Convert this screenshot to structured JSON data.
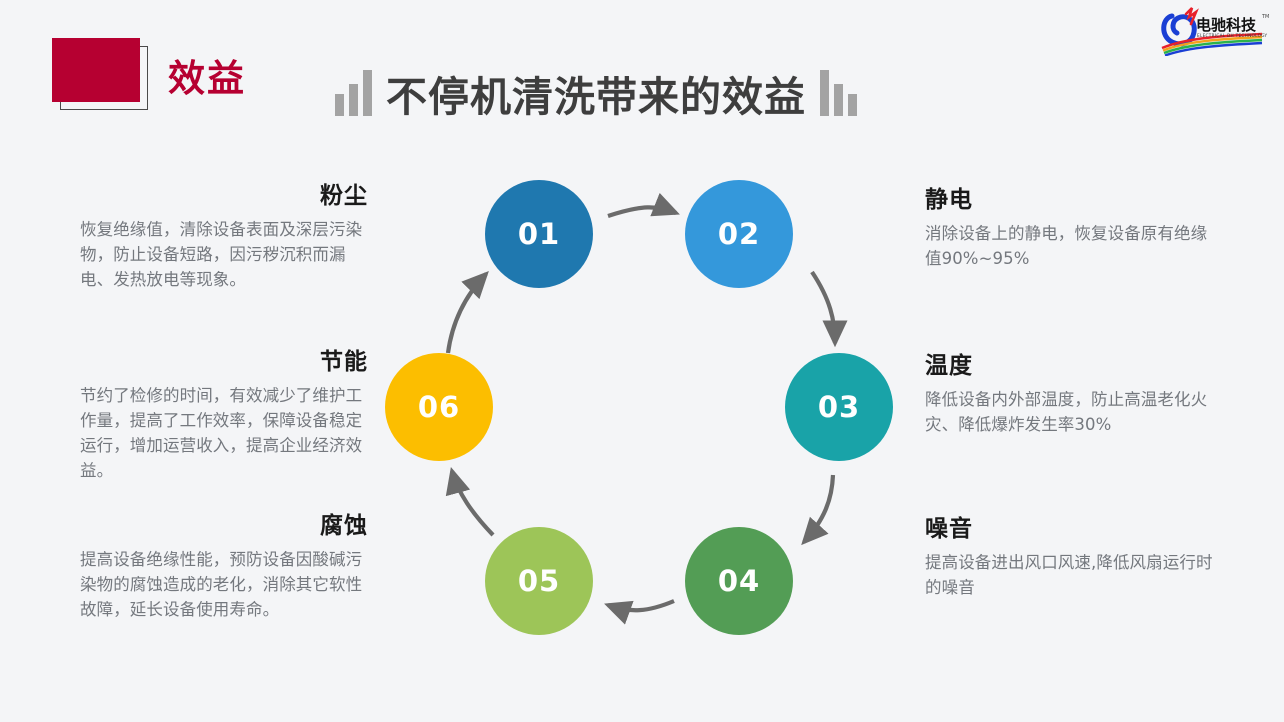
{
  "brand": {
    "logo_name": "dianchi-technology-logo",
    "logo_cn": "电驰科技",
    "logo_en": "ELECTRICAL DH TECHNOLOGY",
    "logo_tm": "TM",
    "logo_blue": "#1a3fd4"
  },
  "header": {
    "badge_label": "效益",
    "badge_color": "#b60031",
    "title": "不停机清洗带来的效益",
    "title_color": "#3e3e3e",
    "bar_color": "#a3a3a3"
  },
  "wheel": {
    "arrow_color": "#6b6b6b",
    "nodes": [
      {
        "id": "01",
        "label": "01",
        "color": "#1f78af",
        "topic": "粉尘"
      },
      {
        "id": "02",
        "label": "02",
        "color": "#3498db",
        "topic": "静电"
      },
      {
        "id": "03",
        "label": "03",
        "color": "#19a3a8",
        "topic": "温度"
      },
      {
        "id": "04",
        "label": "04",
        "color": "#539d55",
        "topic": "噪音"
      },
      {
        "id": "05",
        "label": "05",
        "color": "#9dc558",
        "topic": "腐蚀"
      },
      {
        "id": "06",
        "label": "06",
        "color": "#fcbe00",
        "topic": "节能"
      }
    ]
  },
  "blocks": {
    "dust": {
      "heading": "粉尘",
      "body": "恢复绝缘值，清除设备表面及深层污染物，防止设备短路，因污秽沉积而漏电、发热放电等现象。"
    },
    "saving": {
      "heading": "节能",
      "body": "节约了检修的时间，有效减少了维护工作量，提高了工作效率，保障设备稳定运行，增加运营收入，提高企业经济效益。"
    },
    "corrosion": {
      "heading": "腐蚀",
      "body": "提高设备绝缘性能，预防设备因酸碱污染物的腐蚀造成的老化，消除其它软性故障，延长设备使用寿命。"
    },
    "static": {
      "heading": "静电",
      "body": "消除设备上的静电，恢复设备原有绝缘值90%~95%"
    },
    "temperature": {
      "heading": "温度",
      "body": "降低设备内外部温度，防止高温老化火灾、降低爆炸发生率30%"
    },
    "noise": {
      "heading": "噪音",
      "body": "提高设备进出风口风速,降低风扇运行时的噪音"
    }
  }
}
